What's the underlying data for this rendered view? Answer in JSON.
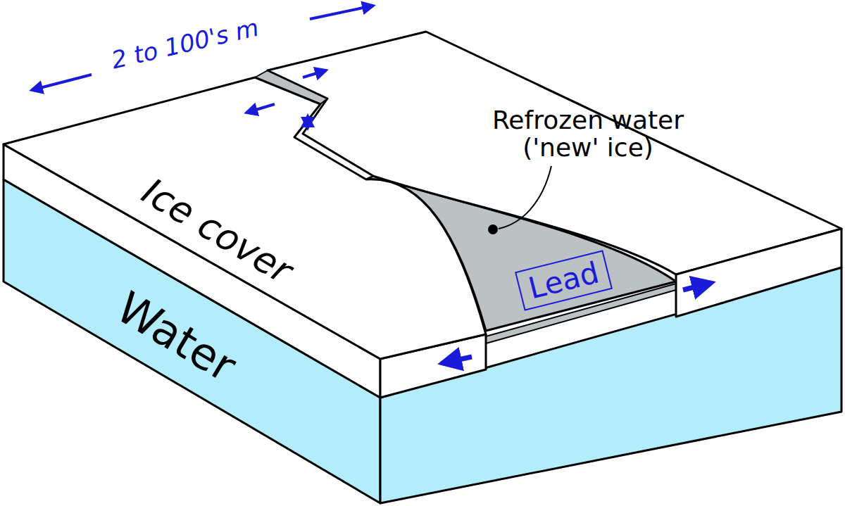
{
  "diagram": {
    "nodes": [
      {
        "text": [
          "Lead"
        ]
      }
    ],
    "labels": [
      "2 to 100's m",
      "Ice cover",
      "Water",
      "Refrozen water ('new' ice)"
    ]
  }
}
